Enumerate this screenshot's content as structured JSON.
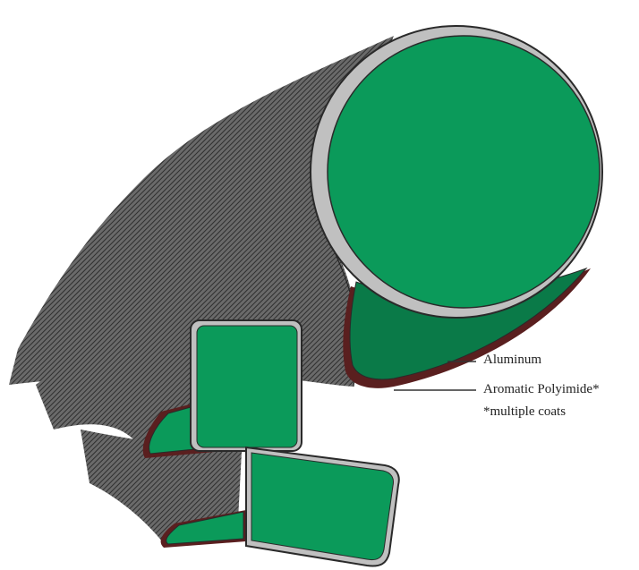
{
  "diagram": {
    "type": "cross-section",
    "colors": {
      "conductor": "#0b9a5a",
      "conductor_dark": "#0a7a48",
      "aluminum": "#c0c0c0",
      "insulation": "#3a3a3a",
      "coating_shadow": "#5a1f1f",
      "outline": "#2a2a2a"
    },
    "labels": {
      "aluminum": "Aluminum",
      "polyimide": "Aromatic Polyimide*",
      "note": "*multiple coats"
    }
  }
}
